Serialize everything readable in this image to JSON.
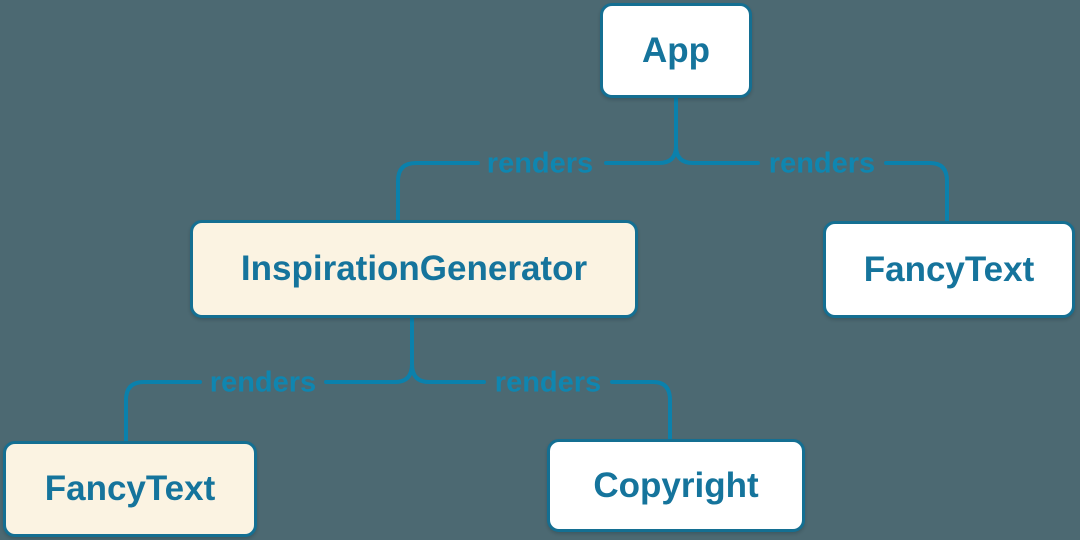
{
  "diagram": {
    "description": "Component render tree: App renders InspirationGenerator and FancyText; InspirationGenerator renders FancyText and Copyright"
  },
  "colors": {
    "background": "#4C6972",
    "node_border": "#146f92",
    "node_text": "#15749c",
    "connector": "#0b81ac",
    "edge_label_text": "#0f86b0",
    "node_fill_white": "#FFFFFF",
    "node_fill_cream": "#FBF3E2"
  },
  "nodes": [
    {
      "id": "app",
      "label": "App",
      "fill": "white"
    },
    {
      "id": "inspiration-generator",
      "label": "InspirationGenerator",
      "fill": "cream"
    },
    {
      "id": "fancy-text-top",
      "label": "FancyText",
      "fill": "white"
    },
    {
      "id": "fancy-text-bottom",
      "label": "FancyText",
      "fill": "cream"
    },
    {
      "id": "copyright",
      "label": "Copyright",
      "fill": "white"
    }
  ],
  "edges": [
    {
      "from": "App",
      "to": "InspirationGenerator",
      "label": "renders"
    },
    {
      "from": "App",
      "to": "FancyText",
      "label": "renders"
    },
    {
      "from": "InspirationGenerator",
      "to": "FancyText",
      "label": "renders"
    },
    {
      "from": "InspirationGenerator",
      "to": "Copyright",
      "label": "renders"
    }
  ]
}
